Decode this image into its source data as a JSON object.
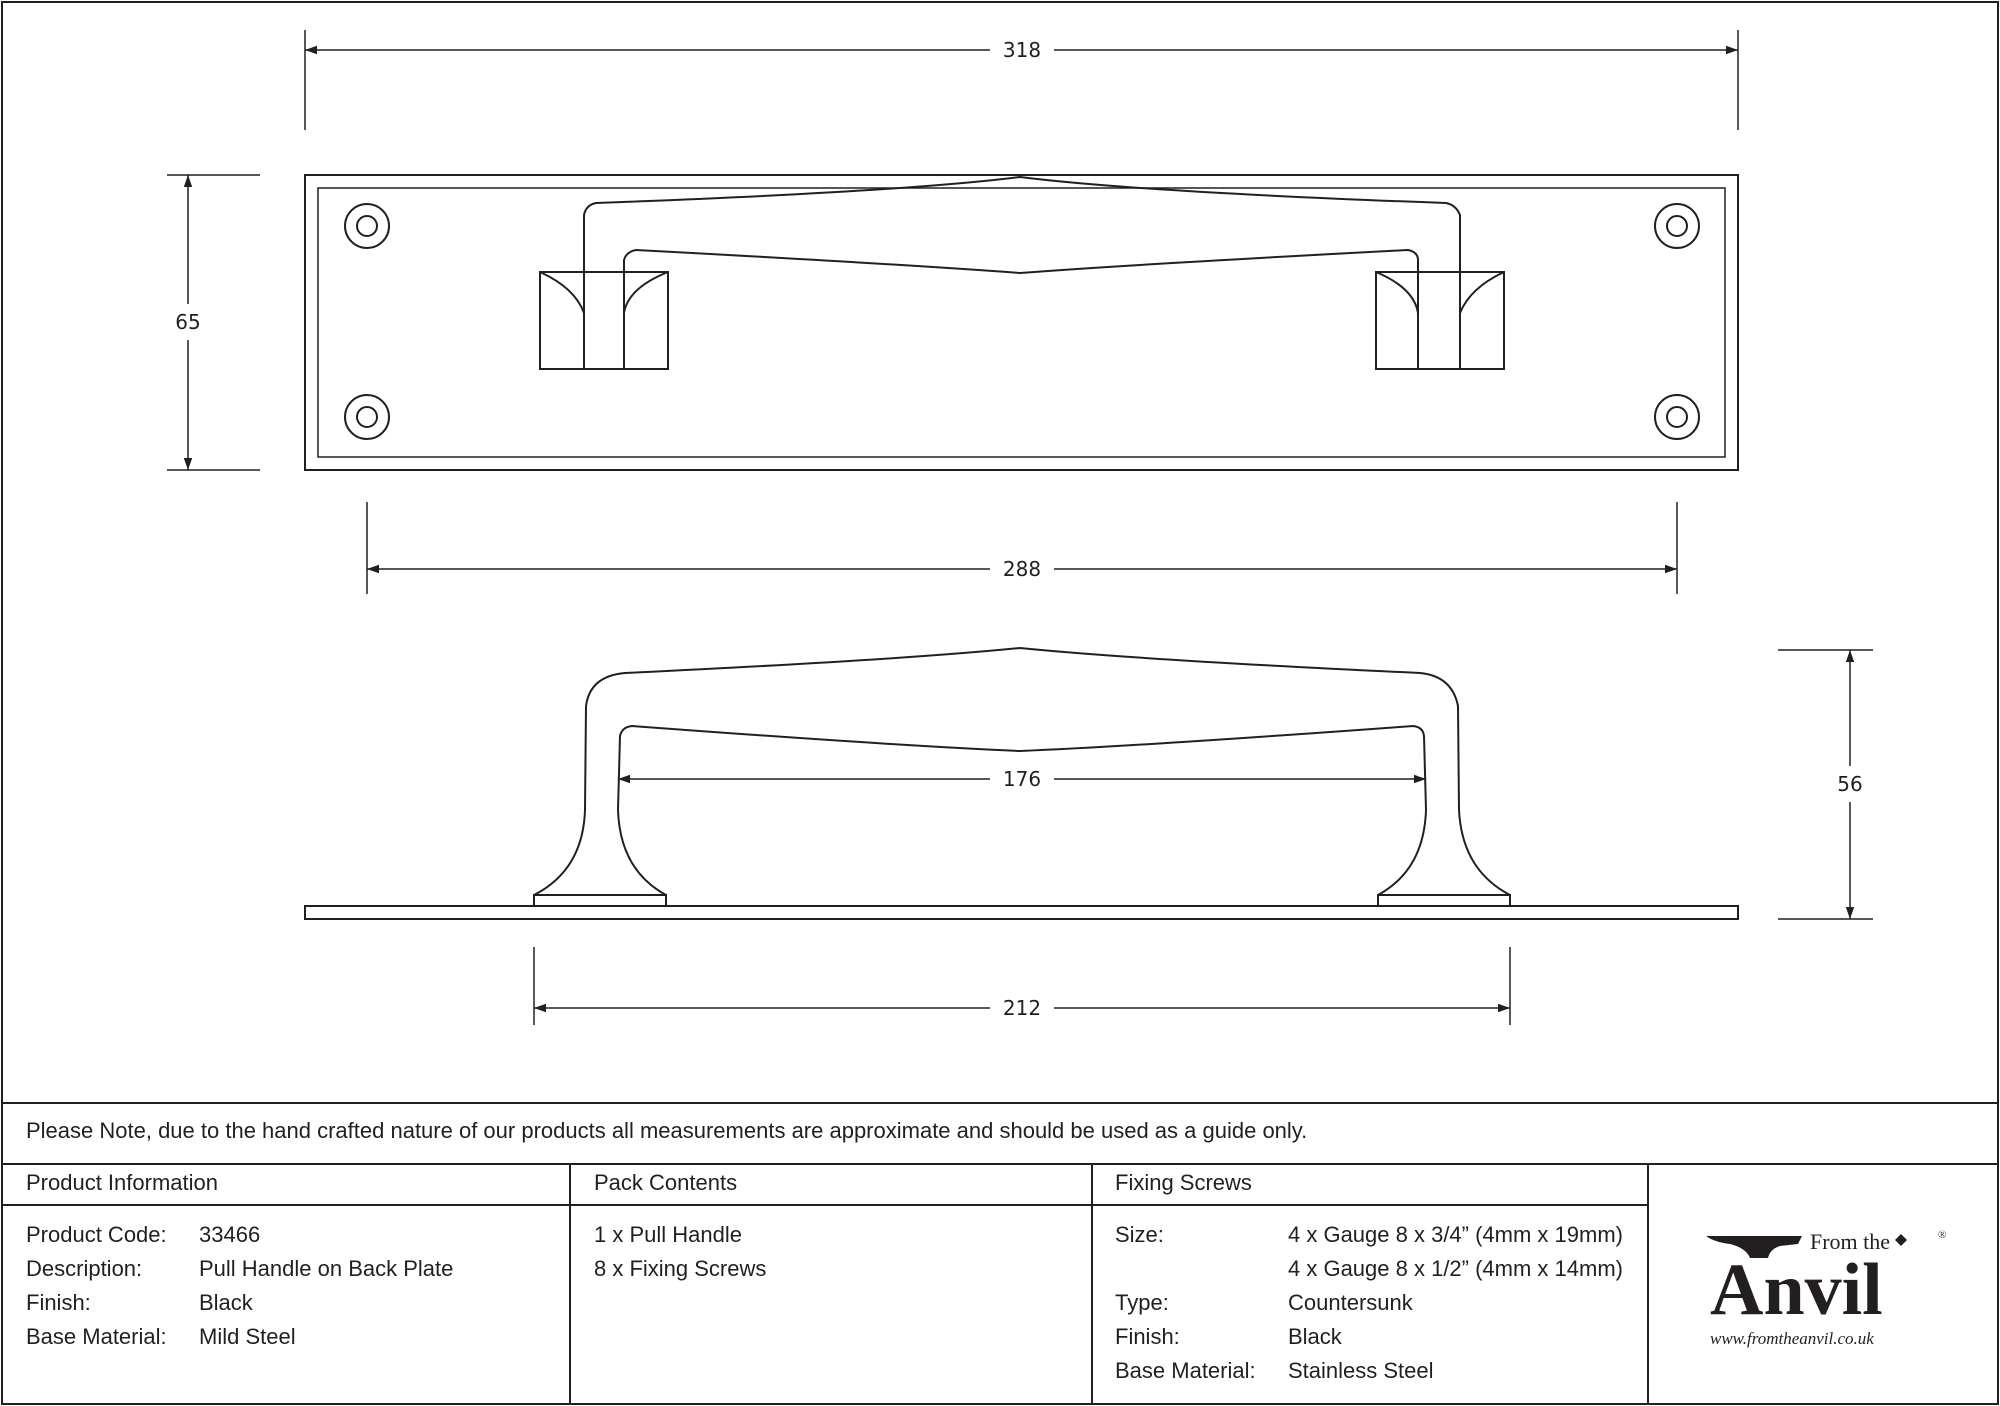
{
  "dimensions": {
    "backplate_width": "318",
    "backplate_height": "65",
    "fixing_centres": "288",
    "handle_inner_width": "176",
    "handle_projection": "56",
    "handle_foot_span": "212"
  },
  "note": "Please Note, due to the hand crafted nature of our products all measurements are approximate and should be used as a guide only.",
  "product_info": {
    "heading": "Product Information",
    "rows": [
      {
        "label": "Product Code:",
        "value": "33466"
      },
      {
        "label": "Description:",
        "value": "Pull Handle on Back Plate"
      },
      {
        "label": "Finish:",
        "value": "Black"
      },
      {
        "label": "Base Material:",
        "value": "Mild Steel"
      }
    ]
  },
  "pack_contents": {
    "heading": "Pack Contents",
    "items": [
      "1 x Pull Handle",
      "8 x Fixing Screws"
    ]
  },
  "fixing_screws": {
    "heading": "Fixing Screws",
    "size_label": "Size:",
    "size_values": [
      "4 x Gauge 8 x 3/4” (4mm x 19mm)",
      "4 x Gauge 8 x 1/2” (4mm x 14mm)"
    ],
    "rows": [
      {
        "label": "Type:",
        "value": "Countersunk"
      },
      {
        "label": "Finish:",
        "value": "Black"
      },
      {
        "label": "Base Material:",
        "value": "Stainless Steel"
      }
    ]
  },
  "logo": {
    "brand_top": "From the",
    "brand_main": "Anvil",
    "registered": "®",
    "url": "www.fromtheanvil.co.uk"
  },
  "colors": {
    "line": "#231f20",
    "background": "#ffffff"
  }
}
